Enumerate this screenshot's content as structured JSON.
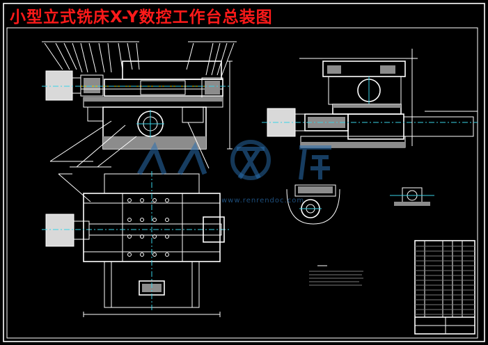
{
  "drawing": {
    "title": "小型立式铣床X-Y数控工作台总装图",
    "title_color": "#ff1a1a",
    "line_color": "#ffffff",
    "accent_colors": [
      "#f0d000",
      "#39d2e6"
    ],
    "watermark": {
      "logo_text": "人人文库",
      "url_text": "www.renrendoc.com",
      "color": "#2a6fb0"
    }
  }
}
